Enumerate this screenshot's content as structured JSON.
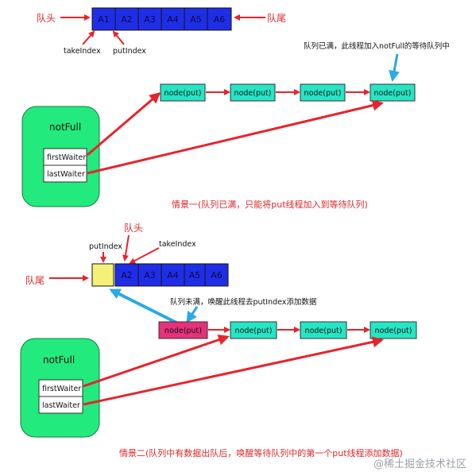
{
  "scene1": {
    "head_label": "队头",
    "tail_label": "队尾",
    "cells": [
      "A1",
      "A2",
      "A3",
      "A4",
      "A5",
      "A6"
    ],
    "take_index_label": "takeIndex",
    "put_index_label": "putIndex",
    "note": "队列已满，此线程加入notFull的等待队列中",
    "nodes": [
      "node(put)",
      "node(put)",
      "node(put)",
      "node(put)"
    ],
    "condition_title": "notFull",
    "first_waiter": "firstWaiter",
    "last_waiter": "lastWaiter",
    "caption": "情景一(队列已满，只能将put线程加入到等待队列)"
  },
  "scene2": {
    "head_label": "队头",
    "tail_label": "队尾",
    "cells": [
      "",
      "A2",
      "A3",
      "A4",
      "A5",
      "A6"
    ],
    "put_index_label": "putIndex",
    "take_index_label": "takeIndex",
    "note": "队列未满，唤醒此线程去putIndex添加数据",
    "nodes": [
      "node(put)",
      "node(put)",
      "node(put)",
      "node(put)"
    ],
    "condition_title": "notFull",
    "first_waiter": "firstWaiter",
    "last_waiter": "lastWaiter",
    "caption": "情景二(队列中有数据出队后，唤醒等待队列中的第一个put线程添加数据)"
  },
  "watermark": "@稀土掘金技术社区",
  "colors": {
    "queue_cell": "#1f2ee6",
    "empty_cell": "#f4f07a",
    "node": "#25e6c4",
    "woken_node": "#e5327a",
    "condition_box": "#22ea7c",
    "red_arrow": "#e8232b",
    "blue_arrow": "#2aa9e8"
  }
}
